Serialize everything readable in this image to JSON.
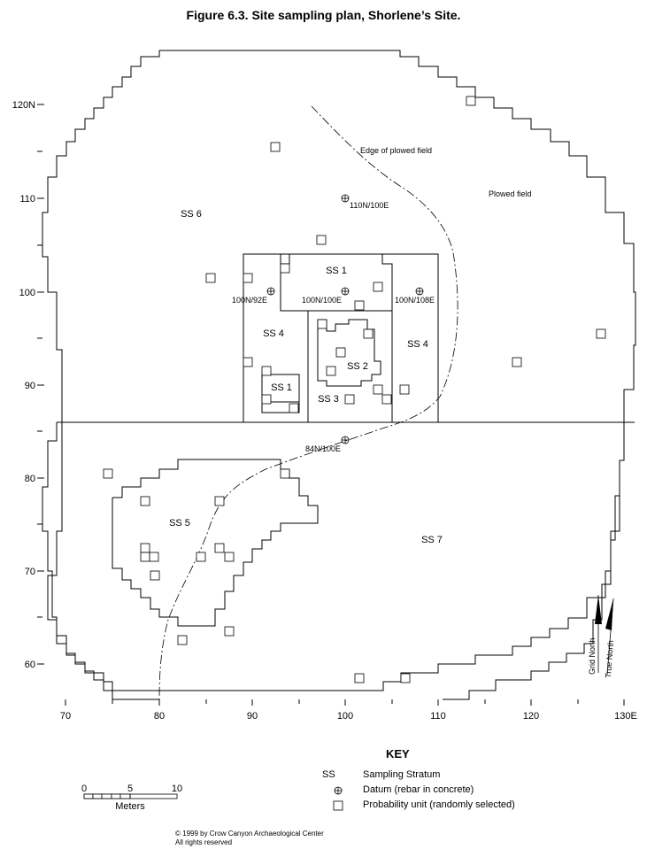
{
  "figure": {
    "title": "Figure 6.3.  Site sampling plan, Shorlene’s Site."
  },
  "axes": {
    "x_tick_labels": [
      "70",
      "80",
      "90",
      "100",
      "110",
      "120",
      "130E"
    ],
    "y_tick_labels": [
      "120N",
      "110",
      "100",
      "90",
      "80",
      "70",
      "60"
    ]
  },
  "map_data": {
    "strata": [
      "SS 1",
      "SS 1",
      "SS 2",
      "SS 3",
      "SS 4",
      "SS 4",
      "SS 5",
      "SS 6",
      "SS 7"
    ],
    "datums": [
      "110N/100E",
      "100N/92E",
      "100N/100E",
      "100N/108E",
      "84N/100E"
    ],
    "annotations": [
      "Edge of plowed field",
      "Plowed field"
    ],
    "north_arrows": [
      "Grid North",
      "True North"
    ],
    "probability_units_note": "Probability unit (randomly selected)"
  },
  "scale_bar": {
    "ticks": [
      "0",
      "5",
      "10"
    ],
    "unit": "Meters"
  },
  "key": {
    "title": "KEY",
    "rows": [
      {
        "symbol": "SS",
        "description": "Sampling Stratum"
      },
      {
        "symbol": "datum-icon",
        "description": "Datum (rebar in concrete)"
      },
      {
        "symbol": "probability-unit-icon",
        "description": "Probability unit (randomly selected)"
      }
    ]
  },
  "copyright": {
    "line1": "© 1999 by Crow Canyon Archaeological Center",
    "line2": "All rights reserved"
  }
}
